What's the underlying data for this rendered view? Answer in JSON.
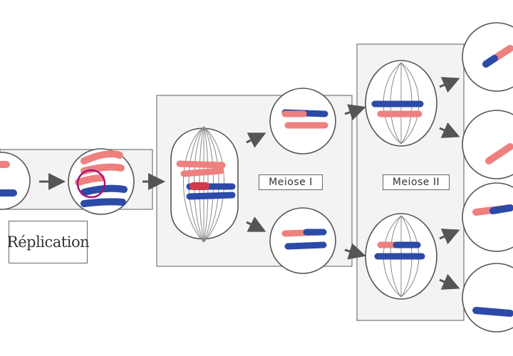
{
  "labels": {
    "replication": "Réplication",
    "meiosis_1": "Meiose I",
    "meiosis_2": "Meiose II"
  },
  "colors": {
    "paternal": "#ee8080",
    "maternal": "#2c4aa8",
    "highlight": "#a8127a",
    "frame": "#f3f3f3",
    "outline": "#555555"
  }
}
